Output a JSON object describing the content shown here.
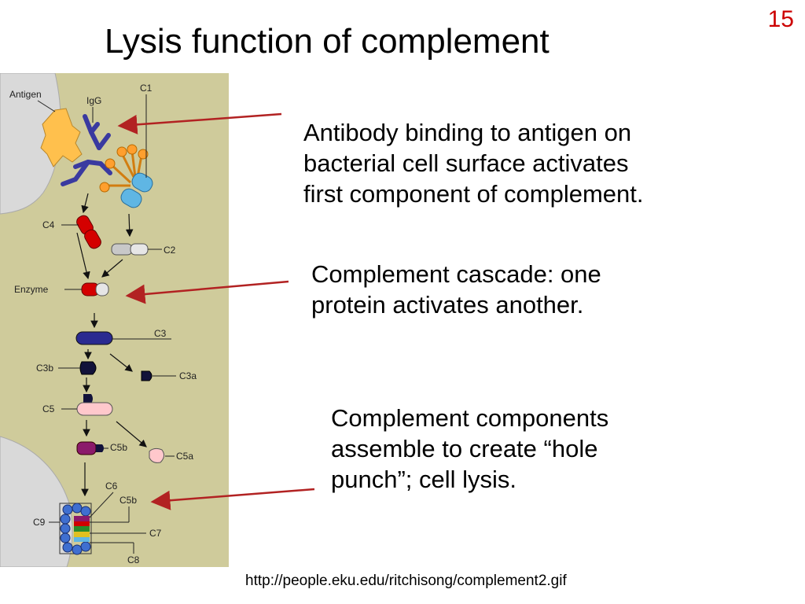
{
  "slide": {
    "number": "15",
    "title": "Lysis function of complement",
    "source_url": "http://people.eku.edu/ritchisong/complement2.gif"
  },
  "captions": [
    {
      "lines": [
        "Antibody binding to antigen on",
        "bacterial cell surface activates",
        "first component of complement."
      ]
    },
    {
      "lines": [
        "Complement cascade: one",
        "protein activates another."
      ]
    },
    {
      "lines": [
        "Complement components",
        "assemble to create “hole",
        "punch”;  cell lysis."
      ]
    }
  ],
  "diagram_labels": {
    "antigen": "Antigen",
    "igg": "IgG",
    "c1": "C1",
    "c4": "C4",
    "c2": "C2",
    "enzyme": "Enzyme",
    "c3": "C3",
    "c3b": "C3b",
    "c3a": "C3a",
    "c5": "C5",
    "c5b": "C5b",
    "c5a": "C5a",
    "c6": "C6",
    "c5b_complex": "C5b",
    "c9": "C9",
    "c7": "C7",
    "c8": "C8"
  },
  "colors": {
    "panel_bg": "#cfcb9b",
    "cell_gray": "#d9d9d9",
    "arrow_red": "#b22222",
    "slide_number": "#cc0000",
    "antigen": "#ffc04d",
    "igg": "#3a3aa0",
    "c1_orange": "#ff9f2e",
    "c1_blue": "#5fb6e4",
    "c4_red": "#d40000",
    "c2_gray": "#c8c8c8",
    "c3_navy": "#2a2a90",
    "c5_pink": "#ffc8cc",
    "c5b_purple": "#8b1a6b"
  }
}
